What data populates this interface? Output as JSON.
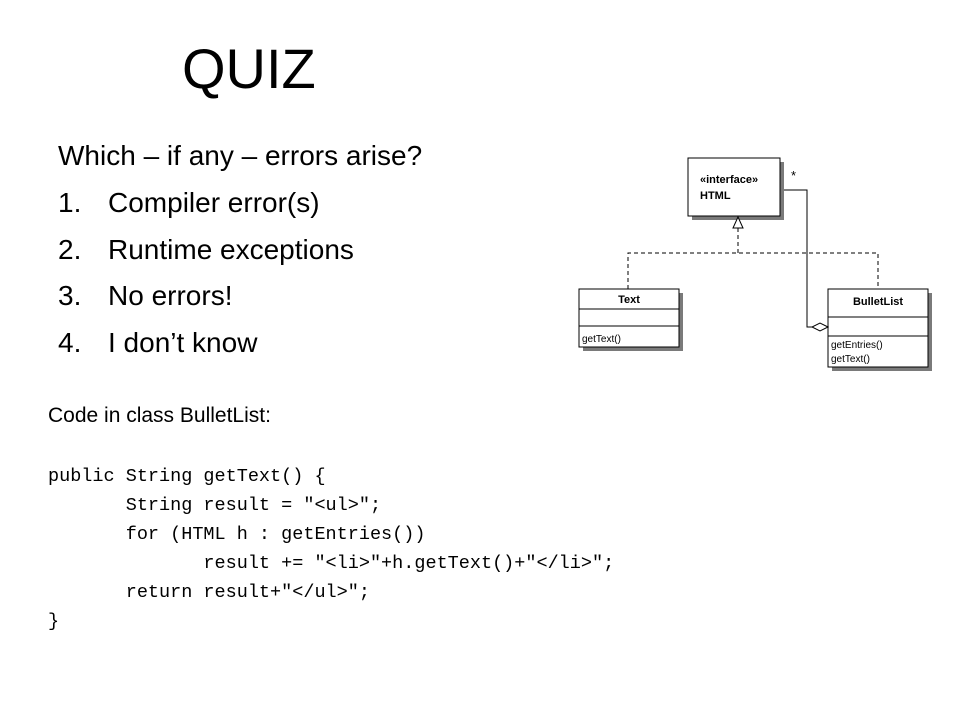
{
  "slide": {
    "title": "QUIZ",
    "question": "Which – if any – errors arise?",
    "options": [
      {
        "num": "1.",
        "label": "Compiler error(s)"
      },
      {
        "num": "2.",
        "label": "Runtime exceptions"
      },
      {
        "num": "3.",
        "label": "No errors!"
      },
      {
        "num": "4.",
        "label": "I don’t know"
      }
    ],
    "code_intro": "Code in class BulletList:",
    "code_lines": [
      "public String getText() {",
      "       String result = \"<ul>\";",
      "       for (HTML h : getEntries())",
      "              result += \"<li>\"+h.getText()+\"</li>\";",
      "       return result+\"</ul>\";",
      "}"
    ]
  },
  "diagram": {
    "interface_box": {
      "stereotype": "«interface»",
      "name": "HTML"
    },
    "text_box": {
      "name": "Text",
      "methods": [
        "getText()"
      ]
    },
    "bulletlist_box": {
      "name": "BulletList",
      "methods": [
        "getEntries()",
        "getText()"
      ]
    },
    "multiplicity": "*"
  }
}
